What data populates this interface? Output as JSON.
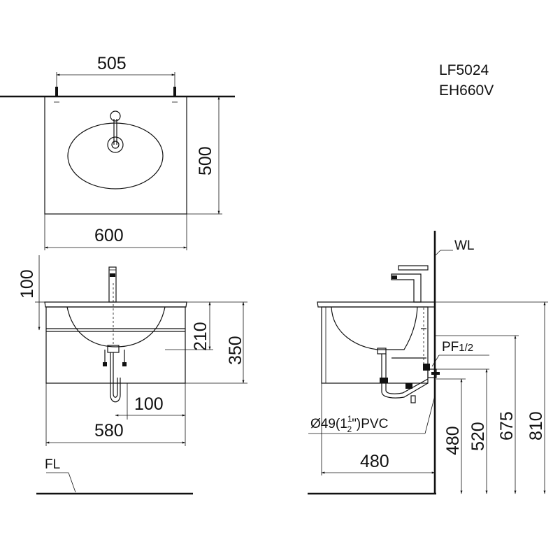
{
  "model_codes": {
    "line1": "LF5024",
    "line2": "EH660V"
  },
  "top_view": {
    "top_width": "505",
    "depth": "500",
    "width": "600"
  },
  "front_view": {
    "faucet_height": "100",
    "basin_depth": "210",
    "cabinet_height": "350",
    "drain_offset": "100",
    "cabinet_width": "580",
    "floor_label": "FL"
  },
  "side_view": {
    "wall_label": "WL",
    "supply_label": "PF",
    "supply_size": "1/2",
    "drain_label_prefix": "Ø49(1",
    "drain_frac_num": "1",
    "drain_frac_den": "2",
    "drain_label_suffix": "\")PVC",
    "height_drain": "480",
    "height_supply": "520",
    "height_cabinet_bottom": "675",
    "height_basin_top": "810",
    "depth": "480"
  }
}
